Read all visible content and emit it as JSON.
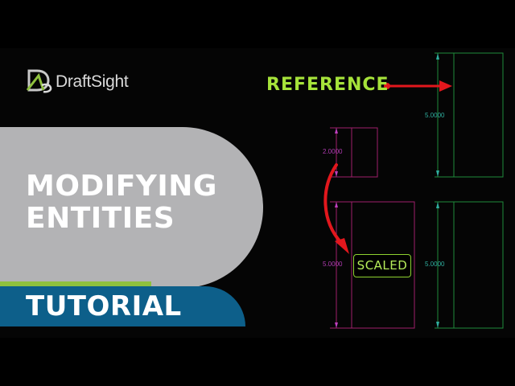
{
  "logo": {
    "text": "DraftSight",
    "icon": "draftsight-logo-icon"
  },
  "banner": {
    "line1": "MODIFYING",
    "line2": "ENTITIES",
    "tutorial": "TUTORIAL"
  },
  "drawing": {
    "reference_label": "REFERENCE",
    "scaled_label": "SCALED",
    "dim_reference": "5.0000",
    "dim_small": "2.0000",
    "dim_scaled": "5.0000",
    "dim_copy": "5.0000"
  },
  "colors": {
    "accent_green": "#a6e33a",
    "banner_gray": "#b3b3b5",
    "tutorial_blue": "#0d5f8a",
    "arrow_red": "#e2171d",
    "cad_green": "#1f8a3a",
    "cad_magenta": "#a0206a",
    "dim_cyan": "#2fae9e",
    "dim_magenta": "#b23cb2"
  }
}
